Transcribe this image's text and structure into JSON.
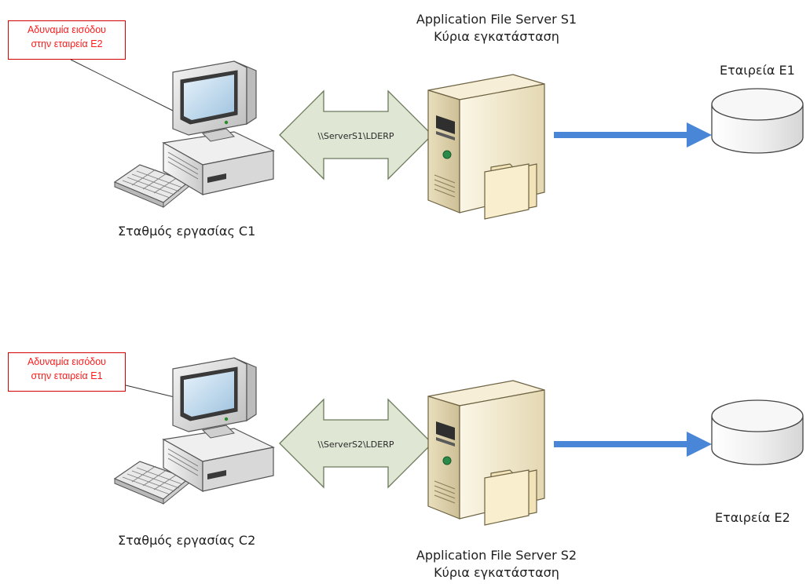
{
  "rows": [
    {
      "callout": {
        "line1": "Αδυναμία εισόδου",
        "line2": "στην εταιρεία Ε2"
      },
      "workstation_label": "Σταθμός εργασίας C1",
      "share_path": "\\\\ServerS1\\LDERP",
      "server": {
        "line1": "Application File Server S1",
        "line2": "Κύρια εγκατάσταση"
      },
      "database_label": "Εταιρεία Ε1"
    },
    {
      "callout": {
        "line1": "Αδυναμία εισόδου",
        "line2": "στην εταιρεία Ε1"
      },
      "workstation_label": "Σταθμός εργασίας C2",
      "share_path": "\\\\ServerS2\\LDERP",
      "server": {
        "line1": "Application File Server S2",
        "line2": "Κύρια εγκατάσταση"
      },
      "database_label": "Εταιρεία Ε2"
    }
  ],
  "colors": {
    "callout_border": "#d40000",
    "callout_text": "#ff1a1a",
    "share_arrow_fill": "#dfe6d3",
    "share_arrow_stroke": "#6b7a5a",
    "connector_arrow": "#4a86d8",
    "server_body": "#efe6c8",
    "database_fill": "#f2f2f2"
  },
  "icons": {
    "workstation": "desktop-computer-icon",
    "server": "file-server-icon",
    "database": "database-cylinder-icon"
  }
}
